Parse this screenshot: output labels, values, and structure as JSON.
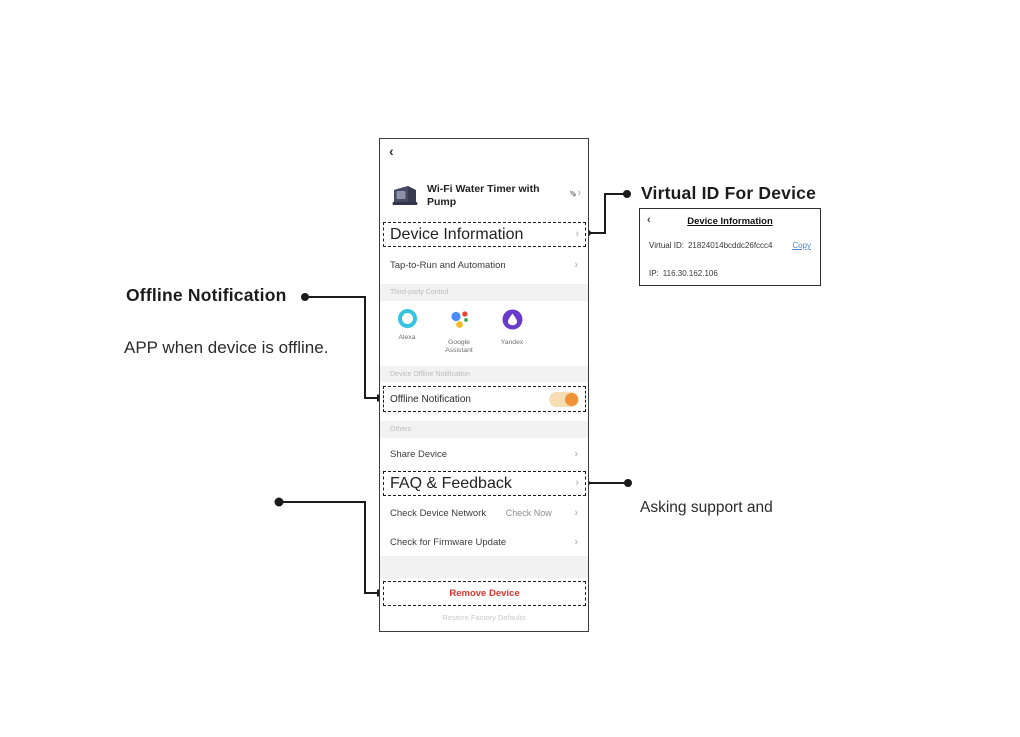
{
  "annotations": {
    "virtual_id": {
      "title": "Virtual ID For Device"
    },
    "offline": {
      "title": "Offline Notification",
      "description": "APP when device is offline."
    },
    "faq": {
      "description": "Asking support and"
    }
  },
  "icons": {
    "back": "‹",
    "chevron_right": "›",
    "edit": "✎"
  },
  "device_info_card": {
    "title": "Device Information",
    "virtual_id_label": "Virtual ID:",
    "virtual_id_value": "21824014bcddc26fccc4",
    "copy_link": "Copy",
    "ip_label": "IP:",
    "ip_value": "116.30.162.106"
  },
  "phone": {
    "header": {
      "title": "Wi-Fi Water Timer with Pump"
    },
    "sections": {
      "third_party": "Third-party Control",
      "device_offline": "Device Offline Notification",
      "others": "Others"
    },
    "rows": {
      "device_information": "Device Information",
      "tap_to_run": "Tap-to-Run and Automation",
      "offline_notification": "Offline Notification",
      "share_device": "Share Device",
      "faq_feedback": "FAQ & Feedback",
      "check_device_network": "Check Device Network",
      "check_now": "Check Now",
      "check_firmware": "Check for Firmware Update",
      "remove_device": "Remove Device",
      "restore_factory": "Restore Factory Defaults"
    },
    "integrations": [
      {
        "name": "Alexa"
      },
      {
        "name": "Google Assistant"
      },
      {
        "name": "Yandex"
      }
    ],
    "toggle_state": "on"
  },
  "colors": {
    "toggle_track": "#f7ddb4",
    "toggle_knob": "#ef9136",
    "remove_red": "#d9362e",
    "alexa_cyan": "#35c4e0",
    "yandex_purple": "#6a3acb",
    "google_blue": "#4a8cf7",
    "google_red": "#ea4335",
    "google_yellow": "#f9bb2d",
    "google_green": "#34a853",
    "copy_blue": "#4a86d8",
    "connector_black": "#1b1b1b"
  }
}
